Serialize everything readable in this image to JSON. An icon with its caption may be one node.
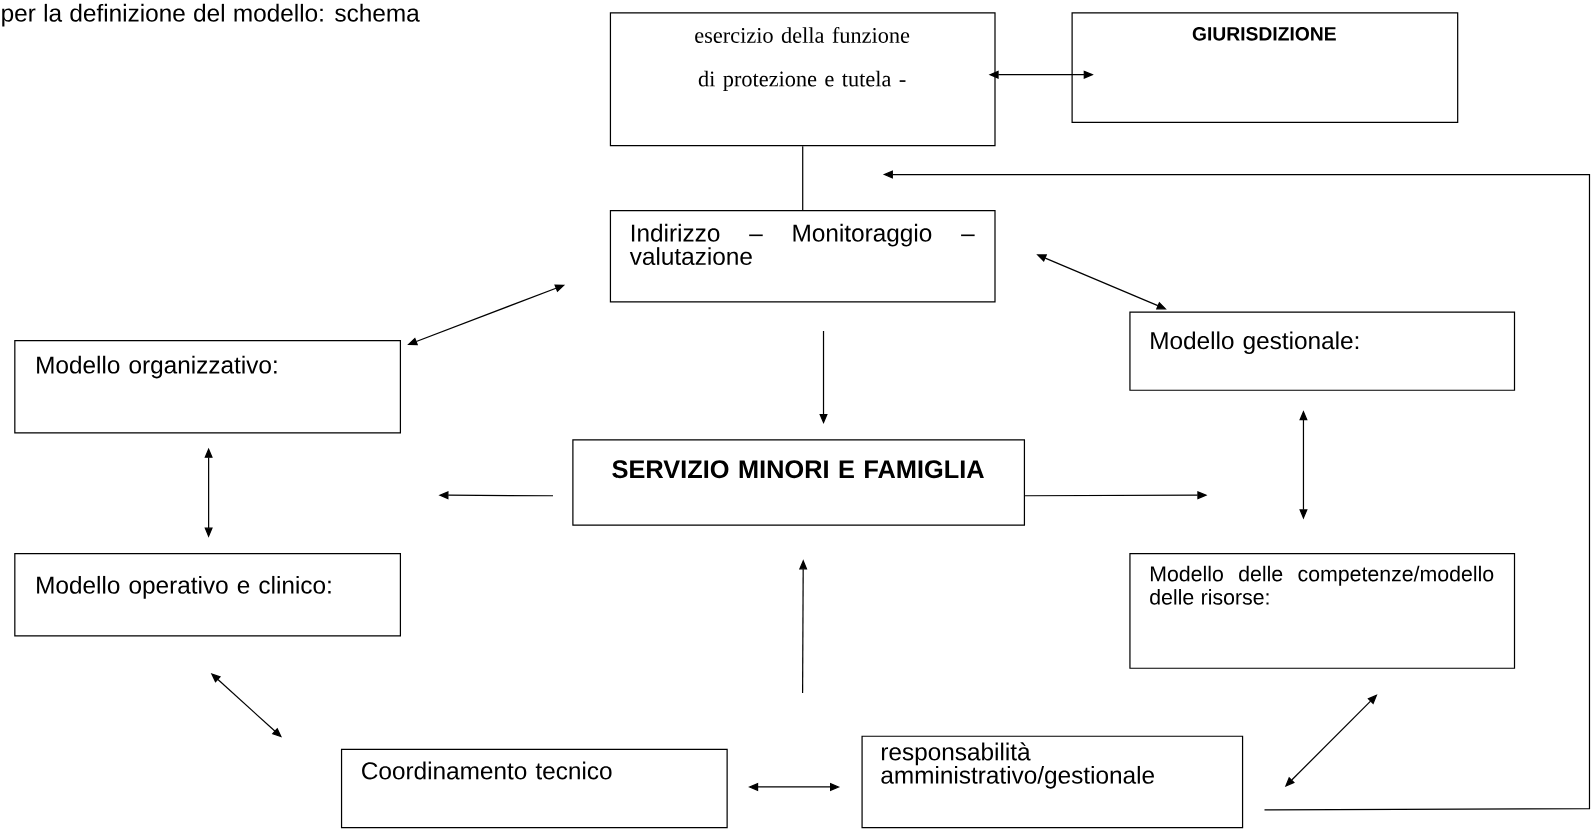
{
  "diagram": {
    "nodes": [
      {
        "text": [
          "esercizio della funzione di protezione e tutela -"
        ]
      },
      {
        "text": [
          "GIURISDIZIONE"
        ]
      },
      {
        "text": [
          "Indirizzo – Monitoraggio – valutazione"
        ]
      },
      {
        "text": [
          "Modello organizzativo:"
        ]
      },
      {
        "text": [
          "Modello gestionale:"
        ]
      },
      {
        "text": [
          "SERVIZIO MINORI E FAMIGLIA"
        ]
      },
      {
        "text": [
          "Modello operativo e clinico:"
        ]
      },
      {
        "text": [
          "Modello delle competenze/modello delle risorse:"
        ]
      },
      {
        "text": [
          "Coordinamento tecnico"
        ]
      },
      {
        "text": [
          "responsabilità amministrativo/gestionale"
        ]
      }
    ],
    "edges": [
      {
        "from": 0,
        "to": 1,
        "arrow": "both"
      },
      {
        "from": 0,
        "to": 2,
        "arrow": "none"
      },
      {
        "from": 2,
        "to": 3,
        "arrow": "both"
      },
      {
        "from": 2,
        "to": 4,
        "arrow": "both"
      },
      {
        "from": 2,
        "to": 5,
        "arrow": "to"
      },
      {
        "from": 5,
        "to": null,
        "arrow": "to"
      },
      {
        "from": 5,
        "to": null,
        "arrow": "to"
      },
      {
        "from": 3,
        "to": 6,
        "arrow": "both"
      },
      {
        "from": 4,
        "to": 7,
        "arrow": "both"
      },
      {
        "from": null,
        "to": 5,
        "arrow": "to"
      },
      {
        "from": 6,
        "to": 8,
        "arrow": "both"
      },
      {
        "from": 8,
        "to": 9,
        "arrow": "both"
      },
      {
        "from": 9,
        "to": 7,
        "arrow": "both"
      },
      {
        "from": 9,
        "to": null,
        "arrow": "to"
      }
    ],
    "labels": [
      "per la definizione del modello: schema"
    ]
  }
}
